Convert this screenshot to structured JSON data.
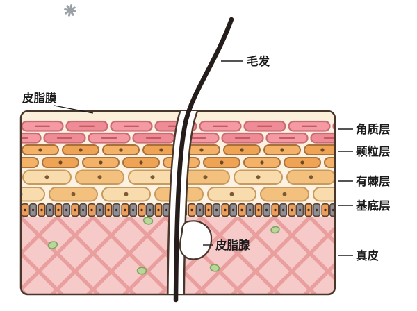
{
  "labels": {
    "hair": "毛发",
    "sebum_film": "皮脂膜",
    "stratum_corneum": "角质层",
    "granular_layer": "颗粒层",
    "spinous_layer": "有棘层",
    "basal_layer": "基底层",
    "sebaceous_gland": "皮脂腺",
    "dermis": "真皮"
  },
  "colors": {
    "background": "#ffffff",
    "outline": "#4a372c",
    "surface_film": "#fbf1da",
    "corneum_cell": "#f59aa2",
    "corneum_cell_alt": "#ef8b95",
    "granular_cell": "#f4b269",
    "spinous_cell": "#f9dcae",
    "basal_cell_orange": "#ef9e58",
    "basal_cell_gray": "#8e8e96",
    "dermis_base": "#f7caca",
    "dermis_net": "#ea9f9f",
    "hair": "#241d1b",
    "immune_cell_green": "#b9d69b",
    "label_text": "#1b1b1b",
    "decor_star": "#9aa0a6"
  }
}
